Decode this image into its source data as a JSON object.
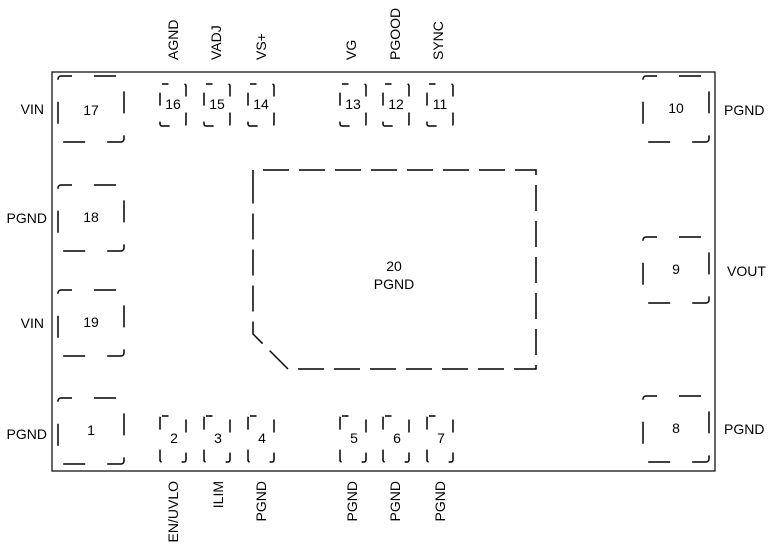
{
  "center_pad": {
    "number": "20",
    "name": "PGND"
  },
  "pins": {
    "p1": {
      "number": "1",
      "name": "PGND"
    },
    "p2": {
      "number": "2",
      "name": "EN/UVLO"
    },
    "p3": {
      "number": "3",
      "name": "ILIM"
    },
    "p4": {
      "number": "4",
      "name": "PGND"
    },
    "p5": {
      "number": "5",
      "name": "PGND"
    },
    "p6": {
      "number": "6",
      "name": "PGND"
    },
    "p7": {
      "number": "7",
      "name": "PGND"
    },
    "p8": {
      "number": "8",
      "name": "PGND"
    },
    "p9": {
      "number": "9",
      "name": "VOUT"
    },
    "p10": {
      "number": "10",
      "name": "PGND"
    },
    "p11": {
      "number": "11",
      "name": "SYNC"
    },
    "p12": {
      "number": "12",
      "name": "PGOOD"
    },
    "p13": {
      "number": "13",
      "name": "VG"
    },
    "p14": {
      "number": "14",
      "name": "VS+"
    },
    "p15": {
      "number": "15",
      "name": "VADJ"
    },
    "p16": {
      "number": "16",
      "name": "AGND"
    },
    "p17": {
      "number": "17",
      "name": "VIN"
    },
    "p18": {
      "number": "18",
      "name": "PGND"
    },
    "p19": {
      "number": "19",
      "name": "VIN"
    }
  }
}
